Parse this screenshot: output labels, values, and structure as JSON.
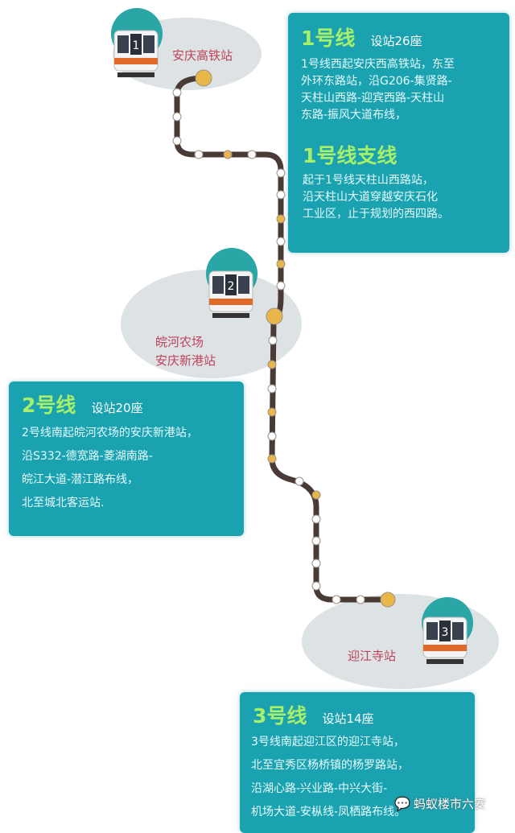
{
  "stations": {
    "line1_start": "安庆高铁站",
    "line2_start_1": "皖河农场",
    "line2_start_2": "安庆新港站",
    "line3_start": "迎江寺站"
  },
  "trains": [
    {
      "number": "1"
    },
    {
      "number": "2"
    },
    {
      "number": "3"
    }
  ],
  "line1": {
    "title": "1号线",
    "stations": "设站26座",
    "body": [
      "1号线西起安庆西高铁站，东至",
      "外环东路站，沿G206-集贤路-",
      "天柱山西路-迎宾西路-天柱山",
      "东路-振风大道布线，"
    ],
    "branch_title": "1号线支线",
    "branch_body": [
      "起于1号线天柱山西路站，",
      "沿天柱山大道穿越安庆石化",
      "工业区，止于规划的西四路。"
    ]
  },
  "line2": {
    "title": "2号线",
    "stations": "设站20座",
    "body": [
      "2号线南起皖河农场的安庆新港站，",
      "沿S332-德宽路-菱湖南路-",
      "皖江大道-潜江路布线，",
      "北至城北客运站."
    ]
  },
  "line3": {
    "title": "3号线",
    "stations": "设站14座",
    "body": [
      "3号线南起迎江区的迎江寺站，",
      "北至宜秀区杨桥镇的杨罗路站，",
      "沿湖心路-兴业路-中兴大街-",
      "机场大道-安枞线-凤栖路布线。"
    ]
  },
  "watermark": "蚂蚁楼市六安",
  "colors": {
    "card": "#1aa2b0",
    "title_green": "#a8f06a",
    "route": "#4a3a36",
    "station_gold": "#e9b64a",
    "station_white": "#ffffff",
    "label_red": "#c0415a",
    "teal": "#2aa6a6"
  }
}
